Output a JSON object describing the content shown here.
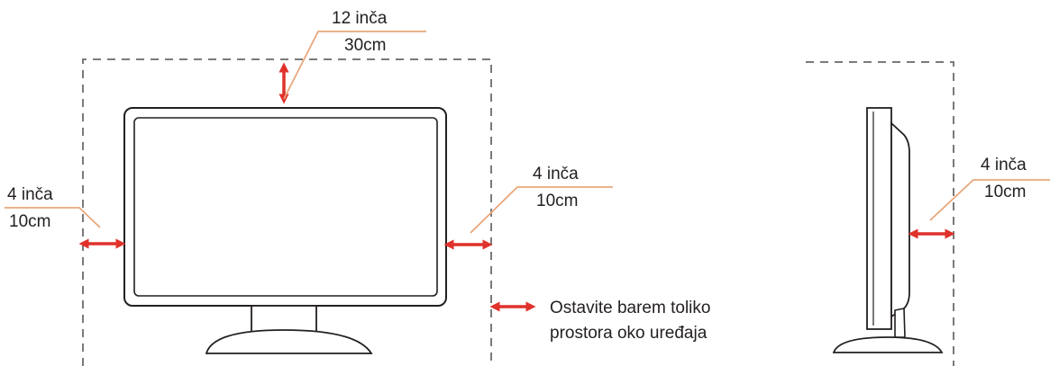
{
  "colors": {
    "arrow": "#e0312b",
    "leader": "#e8a77a",
    "dashed": "#7a7a7a",
    "outline": "#231f20",
    "text": "#231f20"
  },
  "labels": {
    "top": {
      "inches": "12 inča",
      "cm": "30cm"
    },
    "left": {
      "inches": "4 inča",
      "cm": "10cm"
    },
    "right": {
      "inches": "4 inča",
      "cm": "10cm"
    },
    "side": {
      "inches": "4 inča",
      "cm": "10cm"
    }
  },
  "legend": {
    "icon": "double-arrow-icon",
    "line1": "Ostavite barem toliko",
    "line2": "prostora oko uređaja"
  }
}
